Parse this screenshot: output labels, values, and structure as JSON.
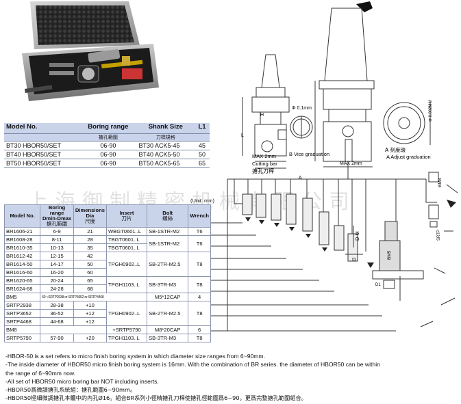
{
  "table1": {
    "headers": [
      {
        "en": "Model No.",
        "zh": ""
      },
      {
        "en": "Boring range",
        "zh": "搪孔範圍"
      },
      {
        "en": "Shank Size",
        "zh": "刀桿規格"
      },
      {
        "en": "L1",
        "zh": ""
      }
    ],
    "rows": [
      [
        "BT30 HBOR50/SET",
        "06-90",
        "BT30 ACK5-45",
        "45"
      ],
      [
        "BT40 HBOR50/SET",
        "06-90",
        "BT40 ACK5-50",
        "50"
      ],
      [
        "BT50 HBOR50/SET",
        "06-90",
        "BT50 ACK5-65",
        "65"
      ]
    ]
  },
  "table2": {
    "headers": {
      "model": "Model No.",
      "range": "Boring range Dmin-Dmax",
      "range_zh": "搪孔範圍",
      "dims": "Dimensions Dia",
      "dims_zh": "尺度",
      "insert": "Insert",
      "insert_zh": "刀片",
      "bolt": "Bolt",
      "bolt_zh": "螺絲",
      "wrench": "Wrench"
    },
    "rows": [
      {
        "model": "BR1606-21",
        "range": "6-9",
        "dia": "21",
        "insert": "WBGT0601..L",
        "bolt": "SB-1STR-M2",
        "wrench": "T6"
      },
      {
        "model": "BR1608-28",
        "range": "8-11",
        "dia": "28",
        "insert": "TBGT0601..L",
        "bolt": "",
        "wrench": ""
      },
      {
        "model": "BR1610-35",
        "range": "10-13",
        "dia": "35",
        "insert": "TBGT0601..L",
        "bolt": "",
        "wrench": ""
      },
      {
        "model": "BR1612-42",
        "range": "12-15",
        "dia": "42",
        "insert": "",
        "bolt": "",
        "wrench": ""
      },
      {
        "model": "BR1614-50",
        "range": "14-17",
        "dia": "50",
        "insert": "",
        "bolt": "",
        "wrench": ""
      },
      {
        "model": "BR1616-60",
        "range": "16-20",
        "dia": "60",
        "insert": "",
        "bolt": "",
        "wrench": ""
      },
      {
        "model": "BR1620-65",
        "range": "20-24",
        "dia": "65",
        "insert": "",
        "bolt": "",
        "wrench": ""
      },
      {
        "model": "BR1624-68",
        "range": "24-28",
        "dia": "68",
        "insert": "",
        "bolt": "",
        "wrench": ""
      },
      {
        "model": "BM5",
        "range": "",
        "dia": "",
        "insert": "",
        "bolt": "M5*12CAP",
        "wrench": "4"
      },
      {
        "model": "SRTP2938",
        "range": "28-38",
        "dia": "+10",
        "insert": "",
        "bolt": "",
        "wrench": ""
      },
      {
        "model": "SRTP3652",
        "range": "36-52",
        "dia": "+12",
        "insert": "",
        "bolt": "",
        "wrench": ""
      },
      {
        "model": "SRTP4468",
        "range": "44-68",
        "dia": "+12",
        "insert": "",
        "bolt": "",
        "wrench": ""
      },
      {
        "model": "BM8",
        "range": "",
        "dia": "",
        "insert": "+SRTP5790",
        "bolt": "M8*20CAP",
        "wrench": "6"
      },
      {
        "model": "SRTP5790",
        "range": "57-90",
        "dia": "+20",
        "insert": "TPGH1103..L",
        "bolt": "SB-3TR-M3",
        "wrench": "T8"
      }
    ],
    "merged": {
      "bolt_1606_1610": "SB-1STR-M2",
      "wrench_1606_1610": "T6",
      "insert_1612_1616": "TPGH0902..L",
      "bolt_1612_1616": "SB-2TR-M2.5",
      "wrench_1612_1616": "T8",
      "insert_1620_1624": "TPGH1103..L",
      "bolt_1620_1624": "SB-3TR-M3",
      "wrench_1620_1624": "T8",
      "bm5_note": "60 +SRTP2938 or SRTP3652 or SRTP4468",
      "insert_srtp": "TPGH0902..L",
      "bolt_srtp": "SB-2TR-M2.5",
      "wrench_srtp": "T8"
    },
    "unit": "(Unit: mm)"
  },
  "diagram": {
    "cutting_bar": "Cutting bar",
    "cutting_bar_zh": "搪孔刀桿",
    "vice_grad": "B Vice graduation",
    "adjust_grad": "A Adjust graduation",
    "adjust_zh": "A 刻度環",
    "max1": "MAX 2mm",
    "max2": "MAX 2mm",
    "micro_left": "Φ 0.1mm",
    "micro_right": "Φ 0.002MM",
    "h": "H",
    "dm": "D M",
    "d": "D",
    "a": "A",
    "l": "L",
    "bm8": "BM8",
    "bm5": "BM5",
    "srtp": "SRTP",
    "d1": "D1"
  },
  "notes": [
    "-HBOR-50 is a set refers to micro finish boring system in which diameter size ranges from 6~90mm.",
    "-The inside diameter of HBOR50 micro finish boring system is 16mm. With the combination of BR series. the diameter of HBOR50 can be within",
    "  the range of 6~90mm now.",
    "-All set of HBOR50 micro boring bar NOT including inserts.",
    "-HBOR50爲微調搪孔系統組：搪孔範圍6~90mm。",
    "-HBOR50極細微調搪孔本體中的內孔Ø16。組合BR系列小徑精搪孔刀桿使搪孔徑範圍爲6~90。更爲完整搪孔範圍組合。"
  ],
  "watermark": "上海御制精密机械有限公司",
  "colors": {
    "header_bg": "#c9d3ea",
    "border": "#7a8aa8",
    "line": "#555555"
  }
}
